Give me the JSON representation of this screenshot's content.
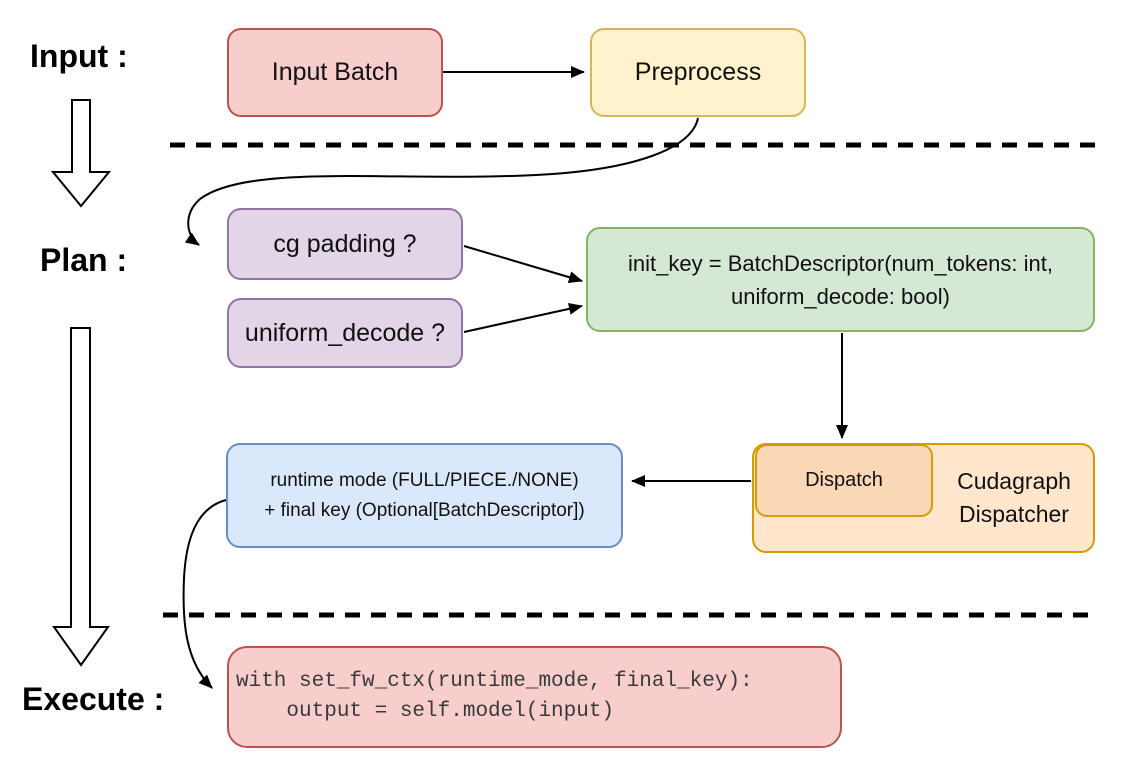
{
  "labels": {
    "input": "Input :",
    "plan": "Plan :",
    "execute": "Execute :"
  },
  "nodes": {
    "input_batch": "Input Batch",
    "preprocess": "Preprocess",
    "cg_padding": "cg padding ?",
    "uniform_decode": "uniform_decode ?",
    "init_key": "init_key = BatchDescriptor(num_tokens: int,\nuniform_decode: bool)",
    "runtime_mode": "runtime mode (FULL/PIECE./NONE)\n+ final key (Optional[BatchDescriptor])",
    "dispatch": "Dispatch",
    "cudagraph_dispatcher": "Cudagraph\nDispatcher",
    "execute_code": "with set_fw_ctx(runtime_mode, final_key):\n    output = self.model(input)"
  },
  "colors": {
    "red-fill": "#f8cecc",
    "red-stroke": "#b85450",
    "yellow-fill": "#fff2cc",
    "yellow-stroke": "#d6b656",
    "purple-fill": "#e1d5e7",
    "purple-stroke": "#9673a6",
    "green-fill": "#d5e8d4",
    "green-stroke": "#82b366",
    "blue-fill": "#dae8fc",
    "blue-stroke": "#6c8ebf",
    "orange-fill": "#ffe6cc",
    "orange-inner-fill": "#fad7b5",
    "orange-stroke": "#d79b00",
    "arrow": "#000000",
    "code-text": "#3a3a3a",
    "text": "#111111"
  }
}
